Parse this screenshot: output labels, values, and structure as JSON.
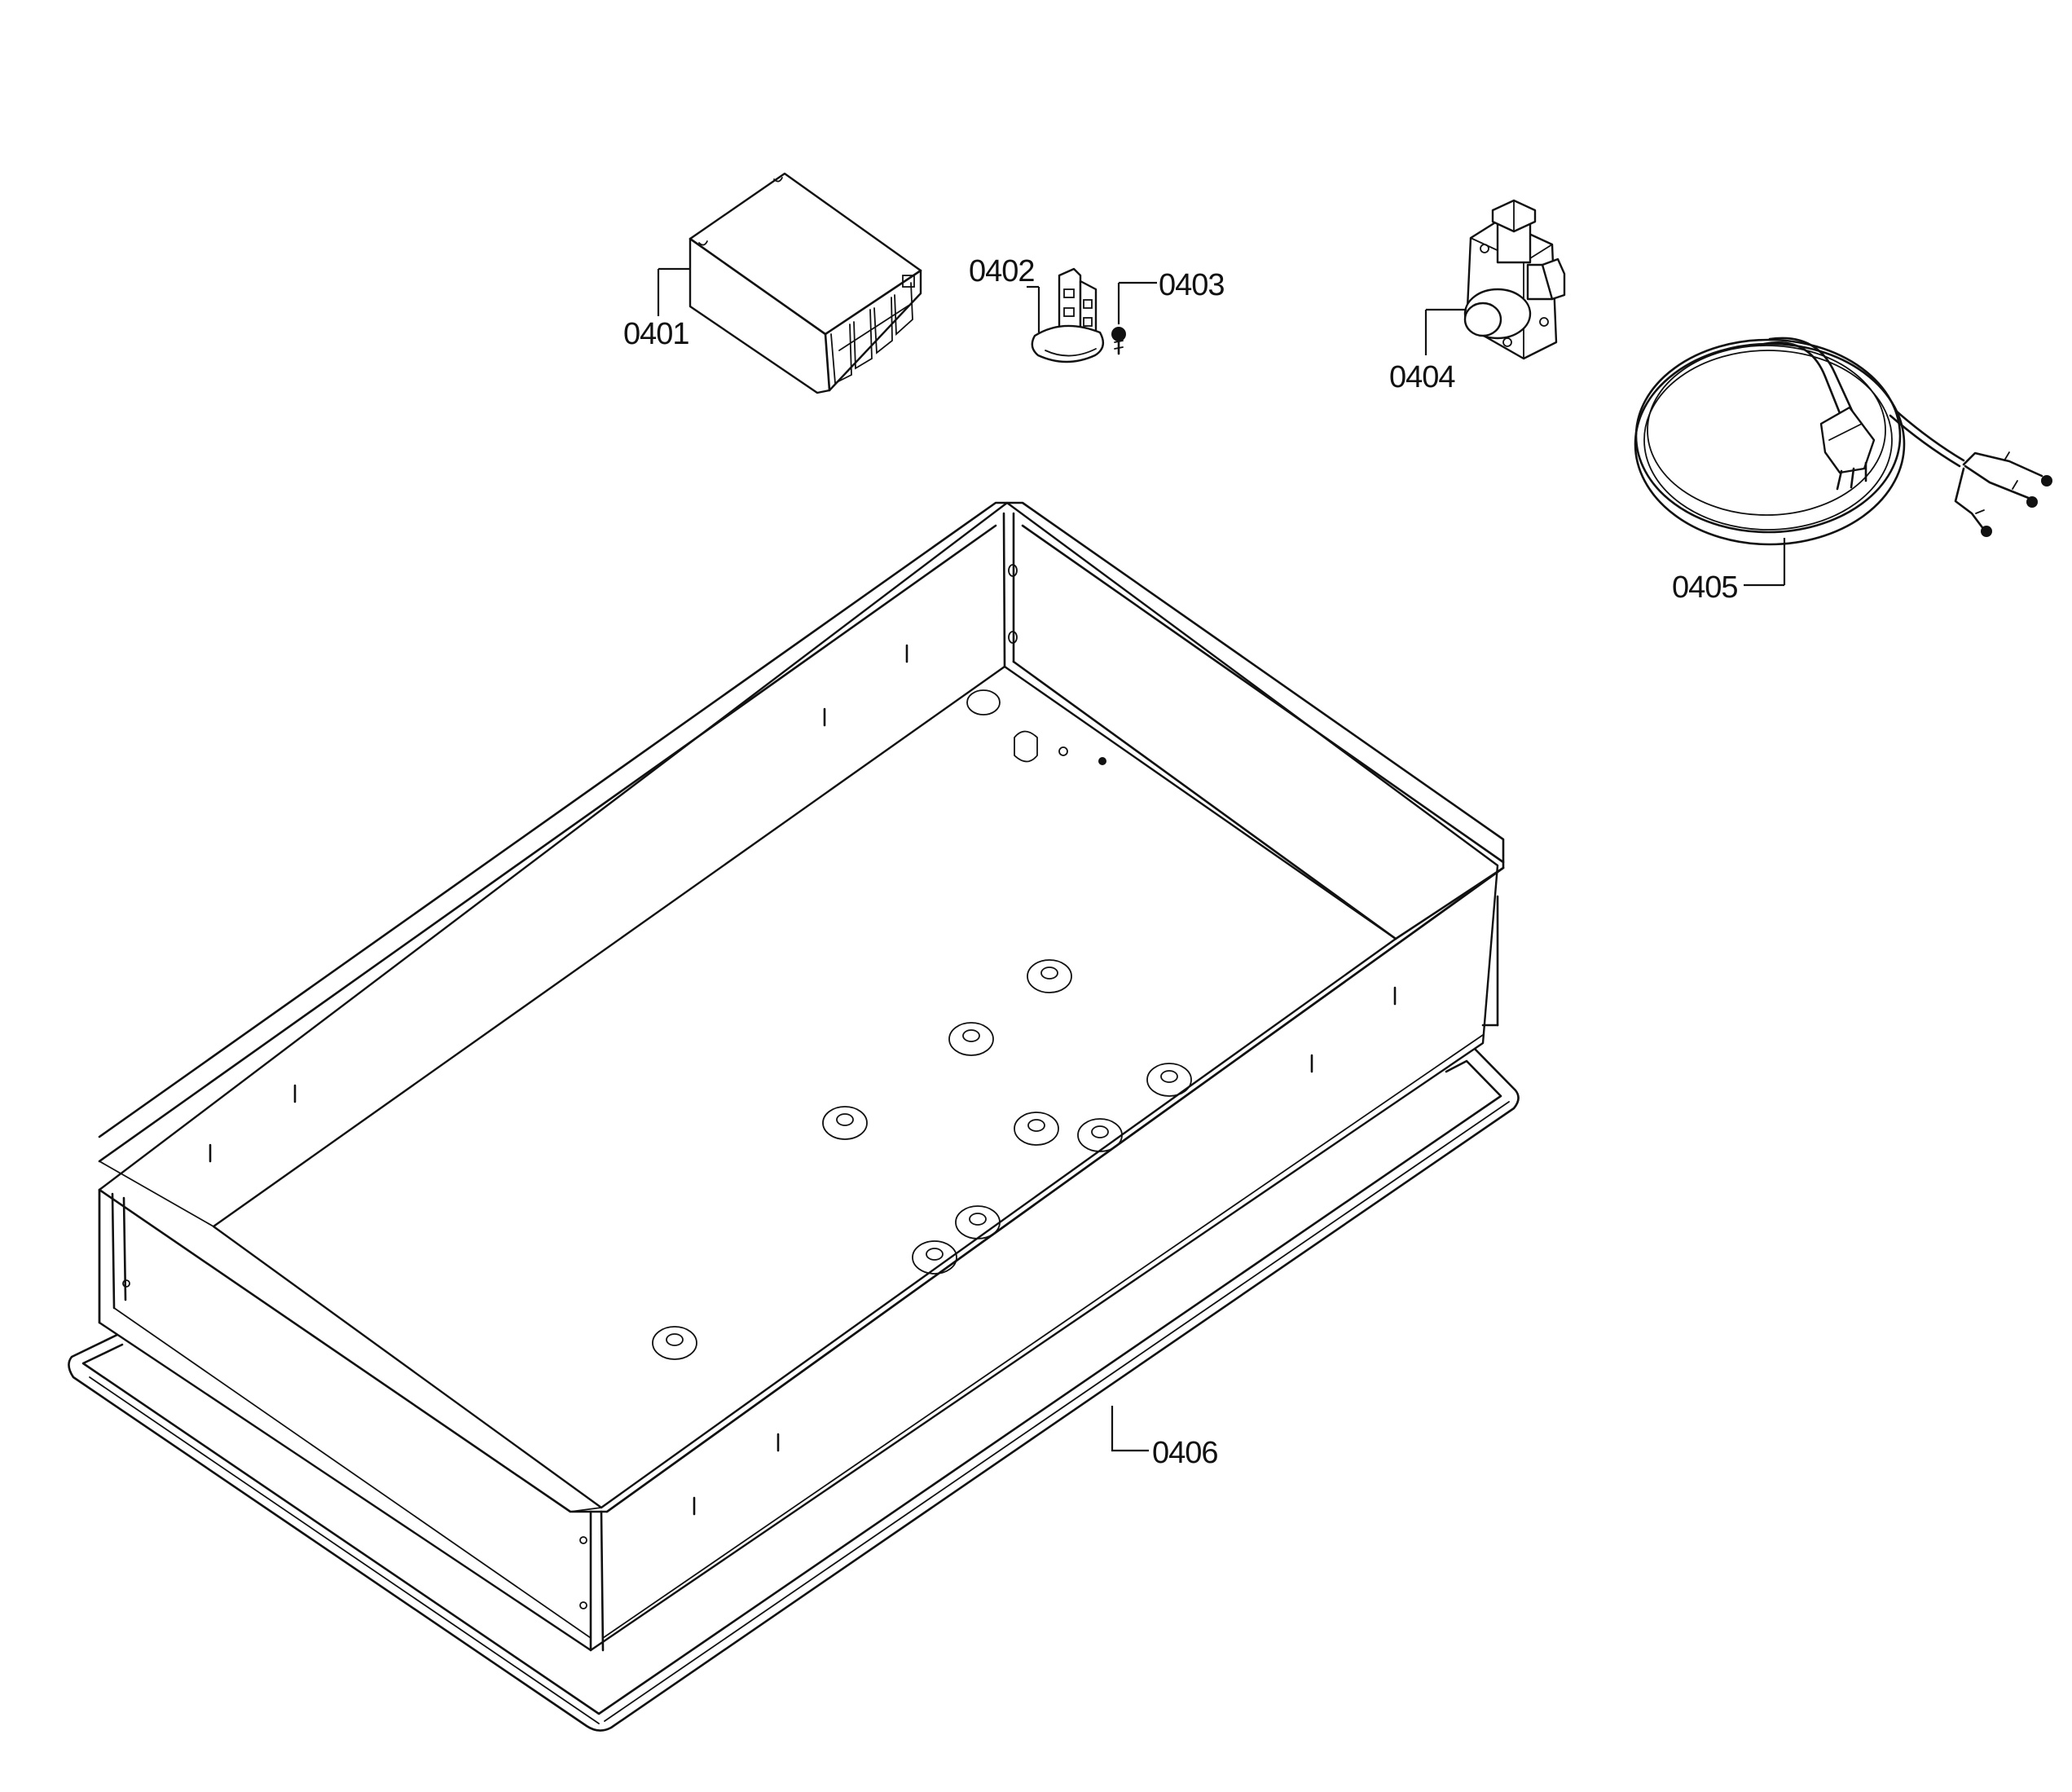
{
  "diagram": {
    "type": "exploded-parts-diagram",
    "callouts": [
      {
        "id": "0401",
        "label": "0401",
        "part": "ignition-module-box"
      },
      {
        "id": "0402",
        "label": "0402",
        "part": "terminal-block"
      },
      {
        "id": "0403",
        "label": "0403",
        "part": "screw"
      },
      {
        "id": "0404",
        "label": "0404",
        "part": "gas-pressure-regulator"
      },
      {
        "id": "0405",
        "label": "0405",
        "part": "power-cord"
      },
      {
        "id": "0406",
        "label": "0406",
        "part": "cooktop-base-pan"
      }
    ],
    "colors": {
      "line": "#111111",
      "background": "#ffffff"
    }
  }
}
